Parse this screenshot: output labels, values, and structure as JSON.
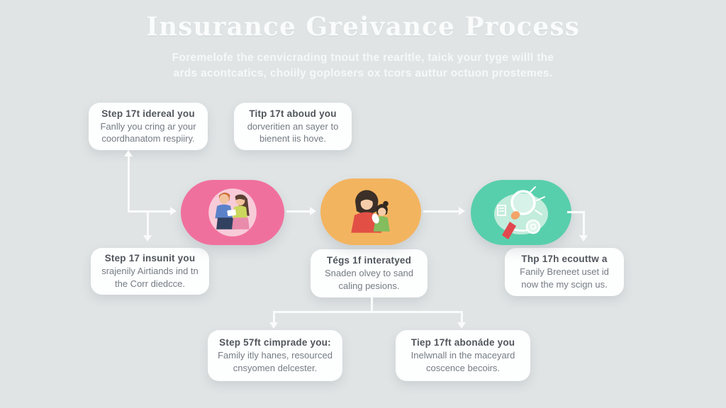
{
  "header": {
    "title": "Insurance Greivance Process",
    "subtitle_line1": "Foremelofe the cenvicrading tnout the rearltle, taick your tyge willl the",
    "subtitle_line2": "ards acontcatics, choiily goplosers ox tcors auttur octuon prostemes."
  },
  "cards": {
    "top_left": {
      "title": "Step 17t idereal you",
      "body": "Fanlly you cring ar your coordhanatom respiiry."
    },
    "top_middle": {
      "title": "Titp 17t aboud you",
      "body": "dorveritien an sayer to bienent iis hove."
    },
    "mid_left": {
      "title": "Step 17 insunit you",
      "body": "srajenily Airtiands ind tn the Corr diedcce."
    },
    "mid_center": {
      "title": "Tégs 1f interatyed",
      "body": "Snaden olvey to sand caling pesions."
    },
    "mid_right": {
      "title": "Thp 17h ecouttw a",
      "body": "Fanily Breneet uset id now the my scign us."
    },
    "bottom_left": {
      "title": "Step 57ft cimprade you:",
      "body": "Family itly hanes, resourced cnsyomen delcester."
    },
    "bottom_right": {
      "title": "Tiep 17ft abonáde you",
      "body": "Inelwnall in the maceyard coscence becoirs."
    }
  },
  "pills": {
    "couple": {
      "icon": "couple-discussing-icon",
      "color": "#f0709d",
      "inner_color": "#f8cbd9"
    },
    "mother_child": {
      "icon": "mother-holding-child-icon",
      "color": "#f3b45f"
    },
    "magnifier": {
      "icon": "hand-magnifying-glass-icon",
      "color": "#58cfac",
      "inner_color": "#c2ecdc"
    }
  },
  "colors": {
    "background": "#e0e4e5",
    "card_background": "#fdfefe",
    "connector": "#fafbfb",
    "title_text": "#fafbfb",
    "card_title_text": "#50565c",
    "card_body_text": "#747c84"
  }
}
